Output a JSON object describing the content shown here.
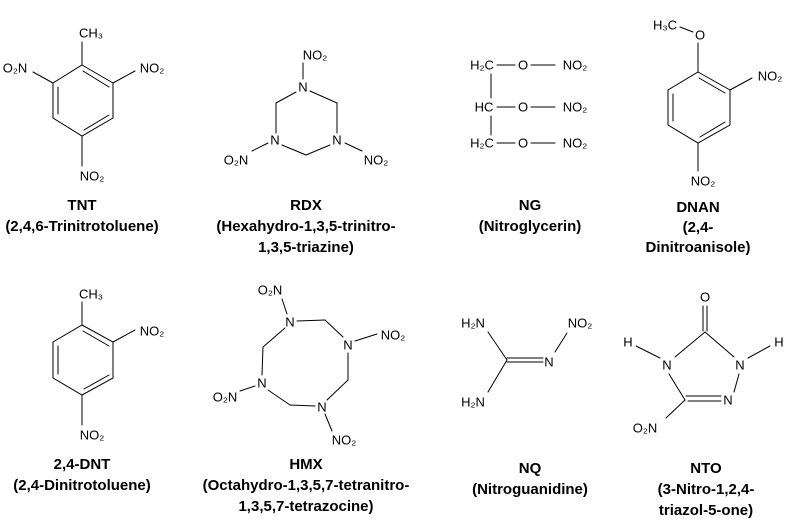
{
  "molecules": [
    {
      "abbrev": "TNT",
      "name_lines": [
        "(2,4,6-Trinitrotoluene)"
      ],
      "atoms": [
        "CH₃",
        "O₂N",
        "NO₂",
        "NO₂"
      ]
    },
    {
      "abbrev": "RDX",
      "name_lines": [
        "(Hexahydro-1,3,5-trinitro-",
        "1,3,5-triazine)"
      ],
      "atoms": [
        "NO₂",
        "N",
        "N",
        "N",
        "O₂N",
        "NO₂"
      ]
    },
    {
      "abbrev": "NG",
      "name_lines": [
        "(Nitroglycerin)"
      ],
      "atoms": [
        "H₂C",
        "O",
        "NO₂",
        "HC",
        "O",
        "NO₂",
        "H₂C",
        "O",
        "NO₂"
      ]
    },
    {
      "abbrev": "DNAN",
      "name_lines": [
        "(2,4-",
        "Dinitroanisole)"
      ],
      "atoms": [
        "H₃C",
        "O",
        "NO₂",
        "NO₂"
      ]
    },
    {
      "abbrev": "2,4-DNT",
      "name_lines": [
        "(2,4-Dinitrotoluene)"
      ],
      "atoms": [
        "CH₃",
        "NO₂",
        "NO₂"
      ]
    },
    {
      "abbrev": "HMX",
      "name_lines": [
        "(Octahydro-1,3,5,7-tetranitro-",
        "1,3,5,7-tetrazocine)"
      ],
      "atoms": [
        "O₂N",
        "N",
        "N",
        "N",
        "N",
        "NO₂",
        "O₂N",
        "NO₂"
      ]
    },
    {
      "abbrev": "NQ",
      "name_lines": [
        "(Nitroguanidine)"
      ],
      "atoms": [
        "H₂N",
        "NO₂",
        "N",
        "H₂N"
      ]
    },
    {
      "abbrev": "NTO",
      "name_lines": [
        "(3-Nitro-1,2,4-",
        "triazol-5-one)"
      ],
      "atoms": [
        "O",
        "H",
        "N",
        "N",
        "H",
        "N",
        "O₂N"
      ]
    }
  ]
}
